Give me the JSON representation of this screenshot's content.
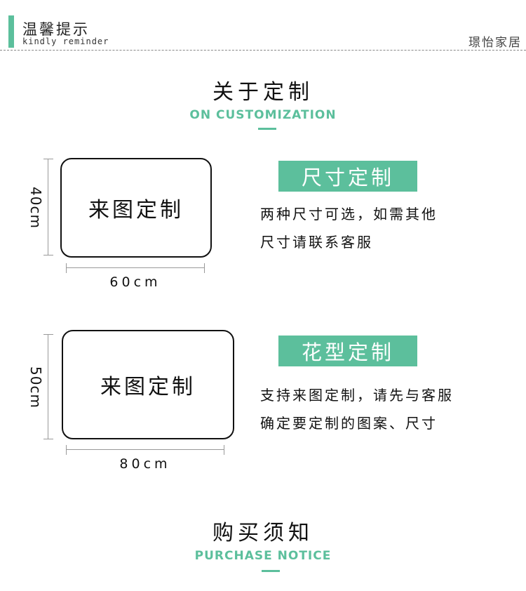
{
  "header": {
    "title": "温馨提示",
    "subtitle": "kindly reminder",
    "brand": "璟怡家居"
  },
  "customization": {
    "title": "关于定制",
    "subtitle": "ON CUSTOMIZATION"
  },
  "size_option": {
    "card_text": "来图定制",
    "height_label": "40cm",
    "width_label": "60cm",
    "tag": "尺寸定制",
    "desc_line1": "两种尺寸可选，如需其他",
    "desc_line2": "尺寸请联系客服"
  },
  "pattern_option": {
    "card_text": "来图定制",
    "height_label": "50cm",
    "width_label": "80cm",
    "tag": "花型定制",
    "desc_line1": "支持来图定制，请先与客服",
    "desc_line2": "确定要定制的图案、尺寸"
  },
  "purchase": {
    "title": "购买须知",
    "subtitle": "PURCHASE NOTICE"
  },
  "colors": {
    "accent": "#5cbf9c"
  }
}
